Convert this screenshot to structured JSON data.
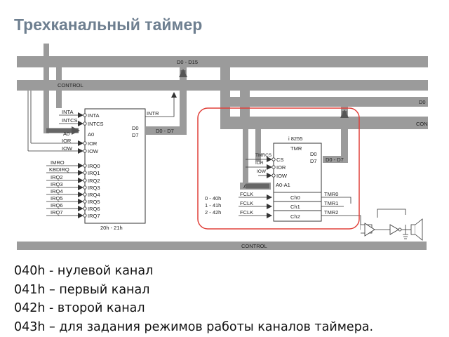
{
  "title": "Трехканальный таймер",
  "bus": {
    "data_top": "D0 - D15",
    "control_top": "CONTROL",
    "control_bottom": "CONTROL",
    "right_d0": "D0",
    "right_con": "CON",
    "d0_d7_pic": "D0 - D7",
    "d0_d7_timer": "D0 - D7",
    "a0_a1_bus": "A0 - A1"
  },
  "pic": {
    "in_inta": "INTA",
    "in_intcs": "INTCS",
    "in_a0": "A0",
    "in_ior": "IOR",
    "in_iow": "IOW",
    "pin_inta": "INTA",
    "pin_intcs": "INTCS",
    "pin_a0": "A0",
    "pin_ior": "IOR",
    "pin_iow": "IOW",
    "irq_inputs": [
      "IMRO",
      "KBDIRQ",
      "IRQ2",
      "IRQ3",
      "IRQ4",
      "IRQ5",
      "IRQ6",
      "IRQ7"
    ],
    "irq_pins": [
      "IRQ0",
      "IRQ1",
      "IRQ2",
      "IRQ3",
      "IRQ4",
      "IRQ5",
      "IRQ6",
      "IRQ7"
    ],
    "intr": "INTR",
    "d0": "D0",
    "d7": "D7",
    "address": "20h - 21h"
  },
  "timer": {
    "chip": "i 8255",
    "name": "TMR",
    "in_tmrcs": "TMRCS",
    "in_ior": "IOR",
    "in_iow": "IOW",
    "pin_cs": "CS",
    "pin_ior": "IOR",
    "pin_iow": "IOW",
    "pin_a0a1": "A0-A1",
    "d0": "D0",
    "d7": "D7",
    "fclk": [
      "FCLK",
      "FCLK",
      "FCLK"
    ],
    "channels": [
      "Ch0",
      "Ch1",
      "Ch2"
    ],
    "outputs": [
      "TMR0",
      "TMR1",
      "TMR2"
    ],
    "ports": [
      "0 - 40h",
      "1 - 41h",
      "2 - 42h"
    ]
  },
  "notes": [
    "040h - нулевой канал",
    "041h – первый канал",
    "042h  - второй канал",
    "043h – для задания режимов работы каналов таймера."
  ]
}
